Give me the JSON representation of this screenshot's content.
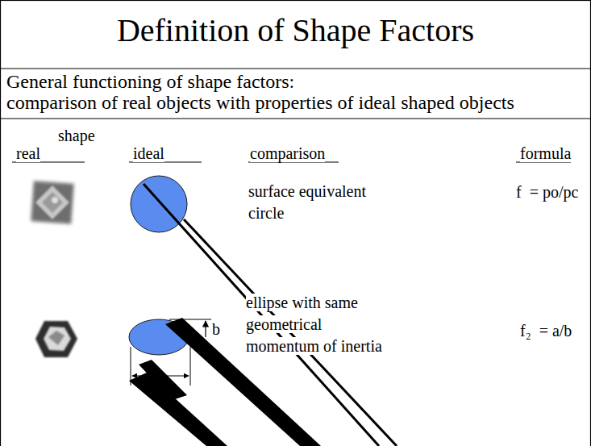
{
  "diagram": {
    "title": "Definition of Shape Factors",
    "labels": [
      "General functioning of shape factors:",
      "comparison of real objects with properties of ideal shaped objects",
      "shape",
      "real",
      "ideal",
      "comparison",
      "formula",
      "surface equivalent circle",
      "f  = po/pc",
      "ellipse with same geometrical momentum of inertia",
      "b",
      "f₂  = a/b"
    ]
  }
}
